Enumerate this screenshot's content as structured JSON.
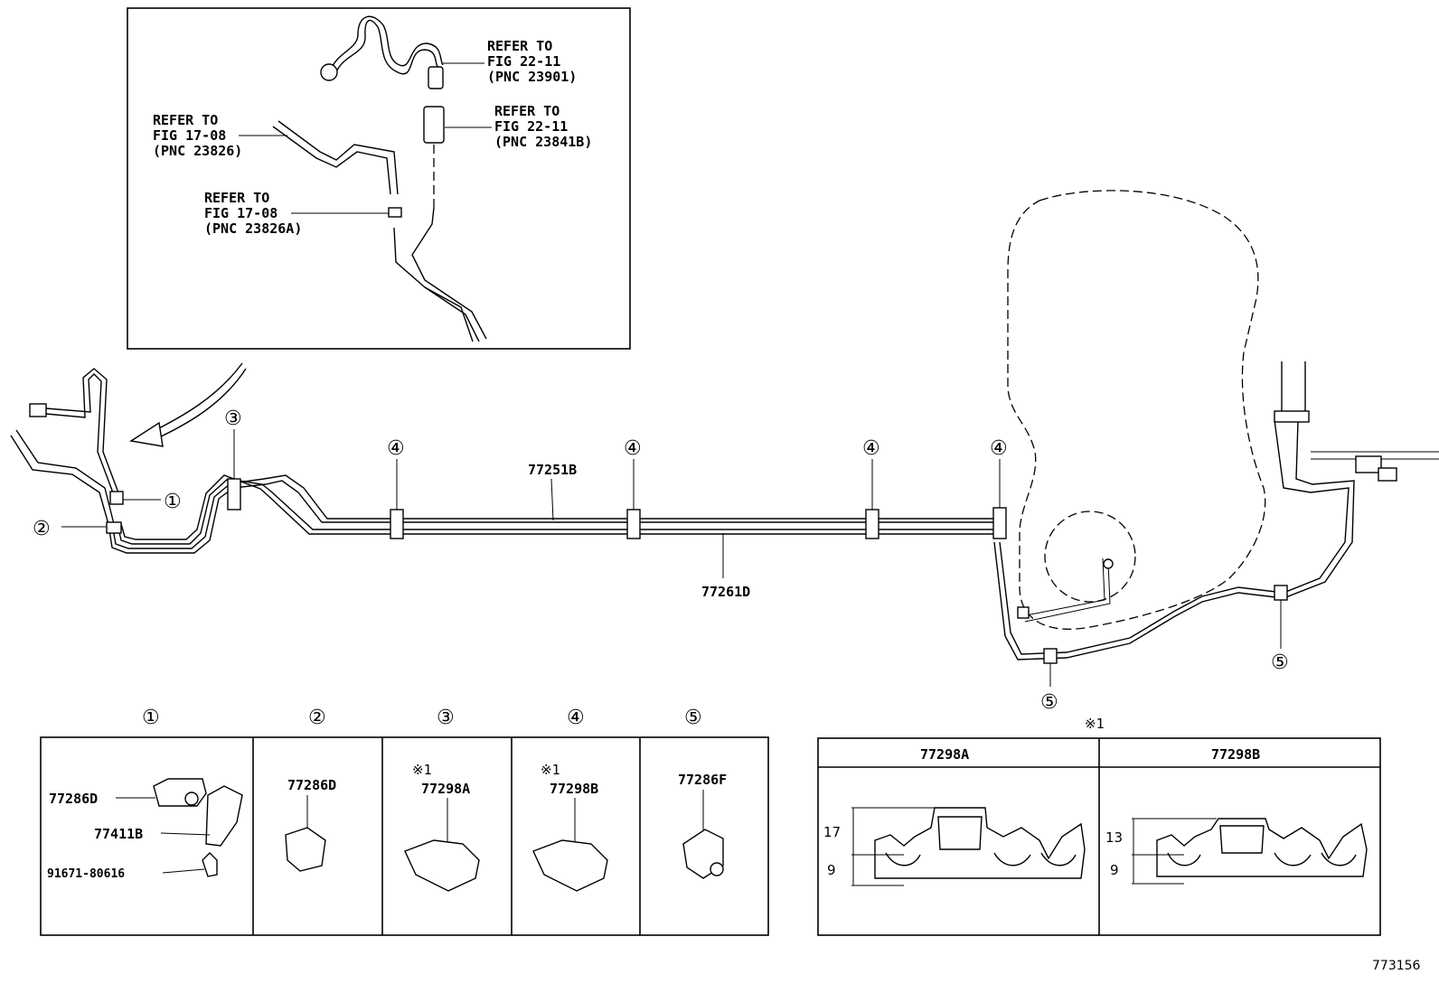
{
  "inset_refs": [
    {
      "line1": "REFER TO",
      "line2": "FIG 22-11",
      "line3": "(PNC 23901)"
    },
    {
      "line1": "REFER TO",
      "line2": "FIG 22-11",
      "line3": "(PNC 23841B)"
    },
    {
      "line1": "REFER TO",
      "line2": "FIG 17-08",
      "line3": "(PNC 23826)"
    },
    {
      "line1": "REFER TO",
      "line2": "FIG 17-08",
      "line3": "(PNC 23826A)"
    }
  ],
  "main_labels": {
    "pipe_upper": "77251B",
    "pipe_lower": "77261D"
  },
  "callouts": {
    "c1": "①",
    "c2": "②",
    "c3": "③",
    "c4": "④",
    "c5": "⑤"
  },
  "parts_table": {
    "headers": [
      "①",
      "②",
      "③",
      "④",
      "⑤"
    ],
    "cell1": {
      "a": "77286D",
      "b": "77411B",
      "c": "91671-80616"
    },
    "cell2": {
      "a": "77286D"
    },
    "cell3": {
      "note": "※1",
      "a": "77298A"
    },
    "cell4": {
      "note": "※1",
      "a": "77298B"
    },
    "cell5": {
      "a": "77286F"
    }
  },
  "detail_table": {
    "note": "※1",
    "col_a": {
      "header": "77298A",
      "dim_top": "17",
      "dim_bottom": "9"
    },
    "col_b": {
      "header": "77298B",
      "dim_top": "13",
      "dim_bottom": "9"
    }
  },
  "figure_id": "773156"
}
